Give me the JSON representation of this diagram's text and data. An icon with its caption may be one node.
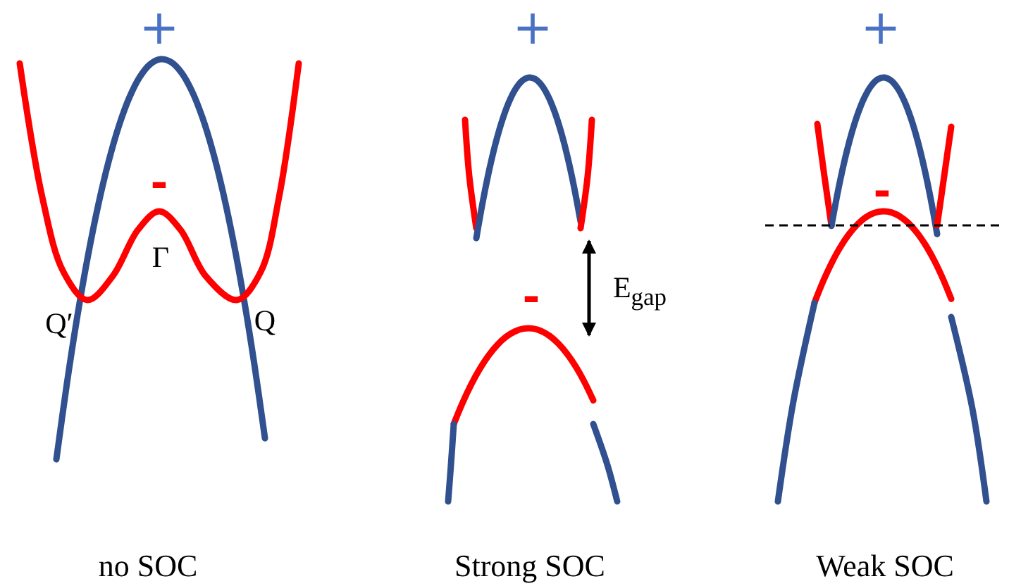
{
  "diagram": {
    "labels": [
      "+",
      "+",
      "+",
      "-",
      "-",
      "Γ",
      "Q′",
      "Q",
      "E$_{gap}$",
      "-",
      "no SOC",
      "Strong SOC",
      "Weak SOC"
    ]
  }
}
